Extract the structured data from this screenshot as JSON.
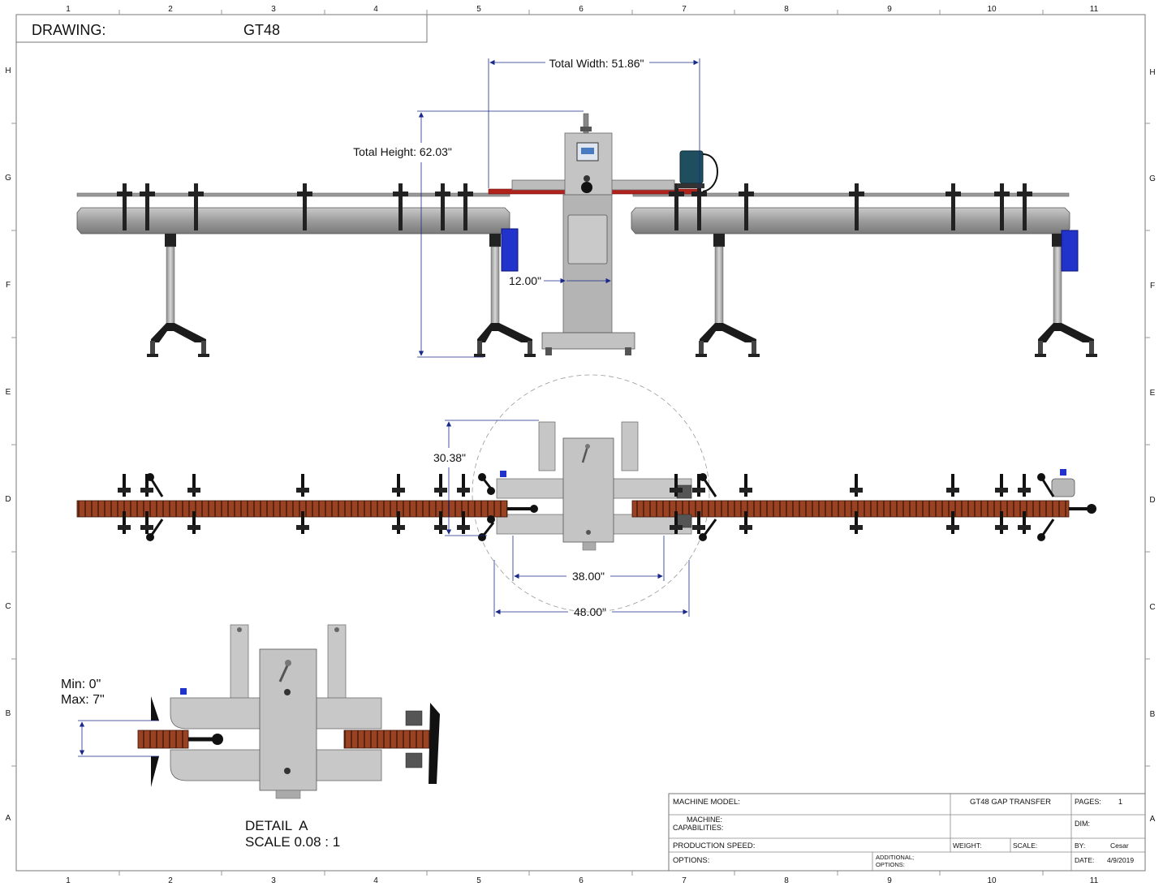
{
  "header": {
    "drawing_label": "DRAWING:",
    "drawing_number": "GT48"
  },
  "zones": {
    "columns": [
      "1",
      "2",
      "3",
      "4",
      "5",
      "6",
      "7",
      "8",
      "9",
      "10",
      "11"
    ],
    "rows": [
      "H",
      "G",
      "F",
      "E",
      "D",
      "C",
      "B",
      "A"
    ]
  },
  "dimensions": {
    "total_width": "Total Width: 51.86\"",
    "total_height": "Total Height: 62.03\"",
    "base_width": "12.00\"",
    "reach": "30.38\"",
    "inner_span": "38.00\"",
    "outer_span": "48.00\"",
    "gap_min": "Min: 0\"",
    "gap_max": "Max: 7\""
  },
  "detail": {
    "title": "DETAIL  A",
    "scale": "SCALE 0.08 : 1"
  },
  "title_block": {
    "machine_model_label": "MACHINE MODEL:",
    "machine_model_value": "GT48 GAP TRANSFER",
    "pages_label": "PAGES:",
    "pages_value": "1",
    "capabilities_label_1": "MACHINE:",
    "capabilities_label_2": "CAPABILITIES:",
    "dim_label": "DIM:",
    "production_speed_label": "PRODUCTION SPEED:",
    "weight_label": "WEIGHT:",
    "scale_label": "SCALE:",
    "by_label": "BY:",
    "by_value": "Cesar",
    "options_label": "OPTIONS:",
    "additional_label_1": "ADDITIONAL;",
    "additional_label_2": "OPTIONS:",
    "date_label": "DATE:",
    "date_value": "4/9/2019"
  },
  "colors": {
    "frame": "#8f8f8f",
    "steel": "#a9a9a9",
    "steel_dark": "#6e6e6e",
    "chain": "#8b3a1c",
    "motor_blue": "#2233cc",
    "dimension": "#1a2a8a",
    "black": "#111111",
    "red_bar": "#b2221d"
  }
}
